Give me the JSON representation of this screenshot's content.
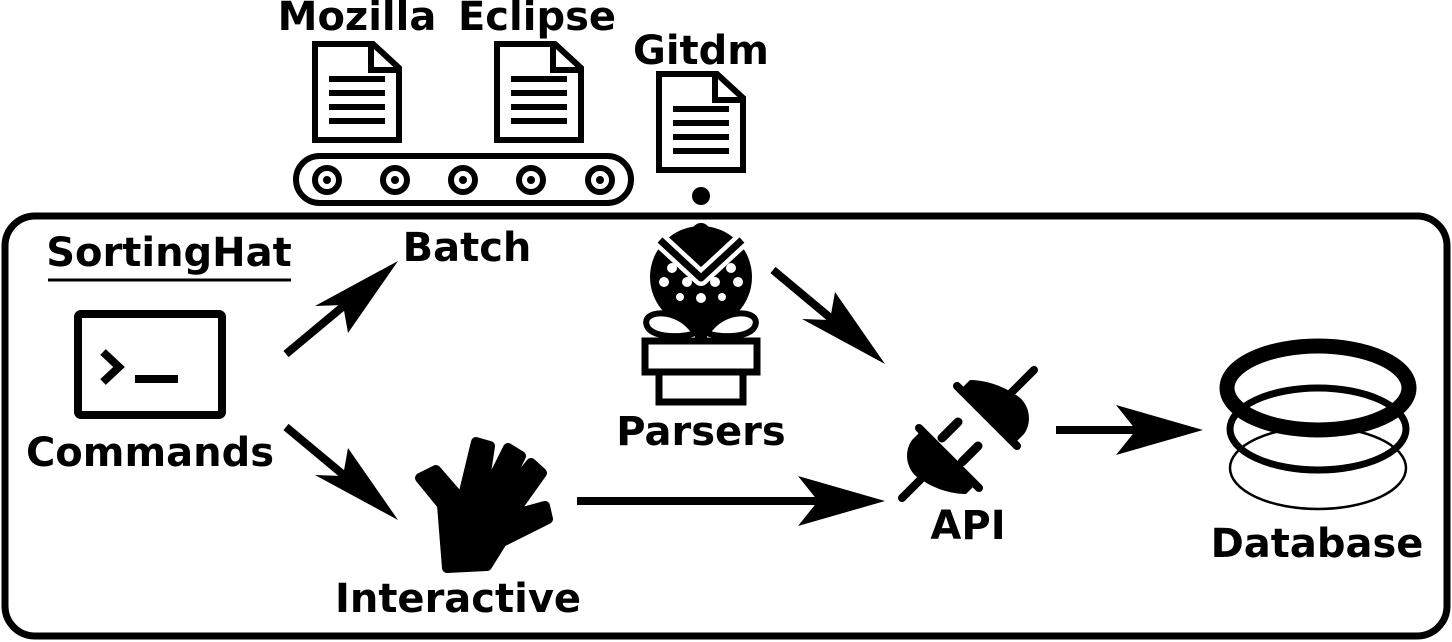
{
  "diagram": {
    "system_title": "SortingHat",
    "sources": {
      "mozilla": "Mozilla",
      "eclipse": "Eclipse",
      "gitdm": "Gitdm"
    },
    "nodes": {
      "commands": "Commands",
      "batch": "Batch",
      "interactive": "Interactive",
      "parsers": "Parsers",
      "api": "API",
      "database": "Database"
    }
  },
  "icons": {
    "document": "document-icon",
    "conveyor": "conveyor-belt-icon",
    "terminal": "terminal-icon",
    "hand": "hand-icon",
    "plant": "piranha-plant-icon",
    "plug": "plug-icon",
    "database": "database-icon"
  },
  "colors": {
    "stroke": "#000000",
    "background": "#ffffff"
  }
}
